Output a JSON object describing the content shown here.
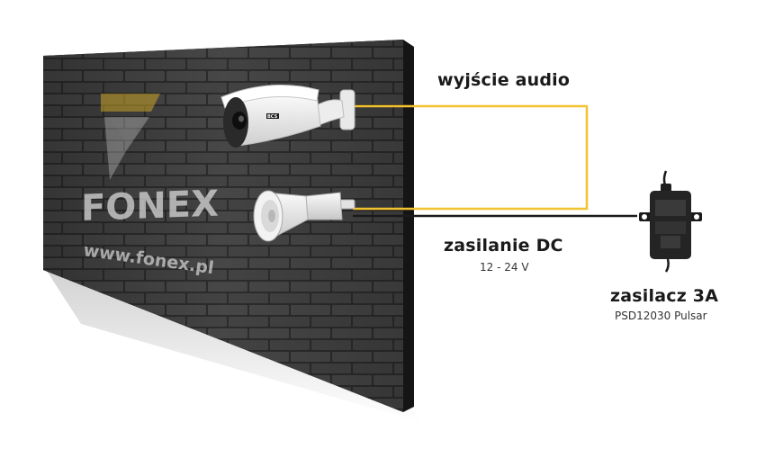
{
  "labels": {
    "audio_output": "wyjście audio",
    "dc_power": "zasilanie DC",
    "dc_voltage": "12 - 24 V",
    "power_supply": "zasilacz 3A",
    "power_supply_model": "PSD12030 Pulsar"
  },
  "wall_branding": {
    "logo_text": "FONEX",
    "website": "www.fonex.pl"
  },
  "camera_brand": "BCS",
  "colors": {
    "audio_wire": "#f2c230",
    "power_wire": "#1a1a1a",
    "wall": "#3a3a3a",
    "logo_accent": "#c9a227"
  }
}
